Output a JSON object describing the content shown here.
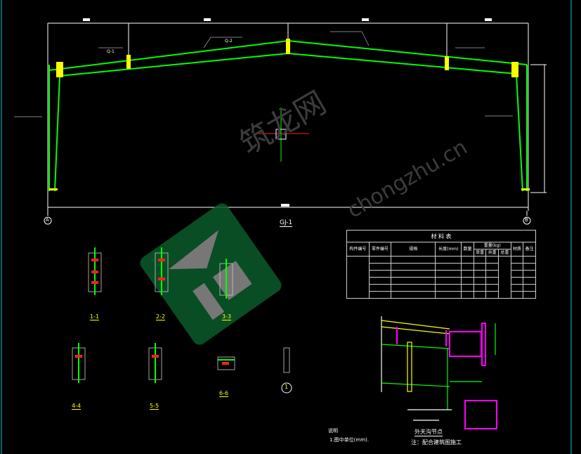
{
  "frame": {
    "title": "GJ-1",
    "axis_left": "A",
    "axis_right": "B",
    "rafter_labels": [
      "Q-1",
      "Q-2"
    ]
  },
  "sections": [
    "1-1",
    "2-2",
    "3-3",
    "4-4",
    "5-5",
    "6-6"
  ],
  "detail_marker": "1",
  "material_table": {
    "title": "材 料 表",
    "headers": [
      "构件编号",
      "零件编号",
      "规格",
      "长度(mm)",
      "数量",
      "重量(kg)",
      "材质",
      "备注"
    ],
    "weight_sub": [
      "单重",
      "共重",
      "总重"
    ]
  },
  "node": {
    "title": "外天沟节点",
    "note": "注：配合建筑图施工"
  },
  "notes": {
    "title": "说明",
    "line1": "1.图中单位(mm)."
  },
  "watermark": {
    "text": "筑龙网",
    "url": "chongzhu.cn"
  },
  "colors": {
    "frame": "#00ff00",
    "bolt": "#ffff00",
    "detail": "#ff00ff",
    "dim": "#ffffff",
    "accent": "#ff0000"
  }
}
